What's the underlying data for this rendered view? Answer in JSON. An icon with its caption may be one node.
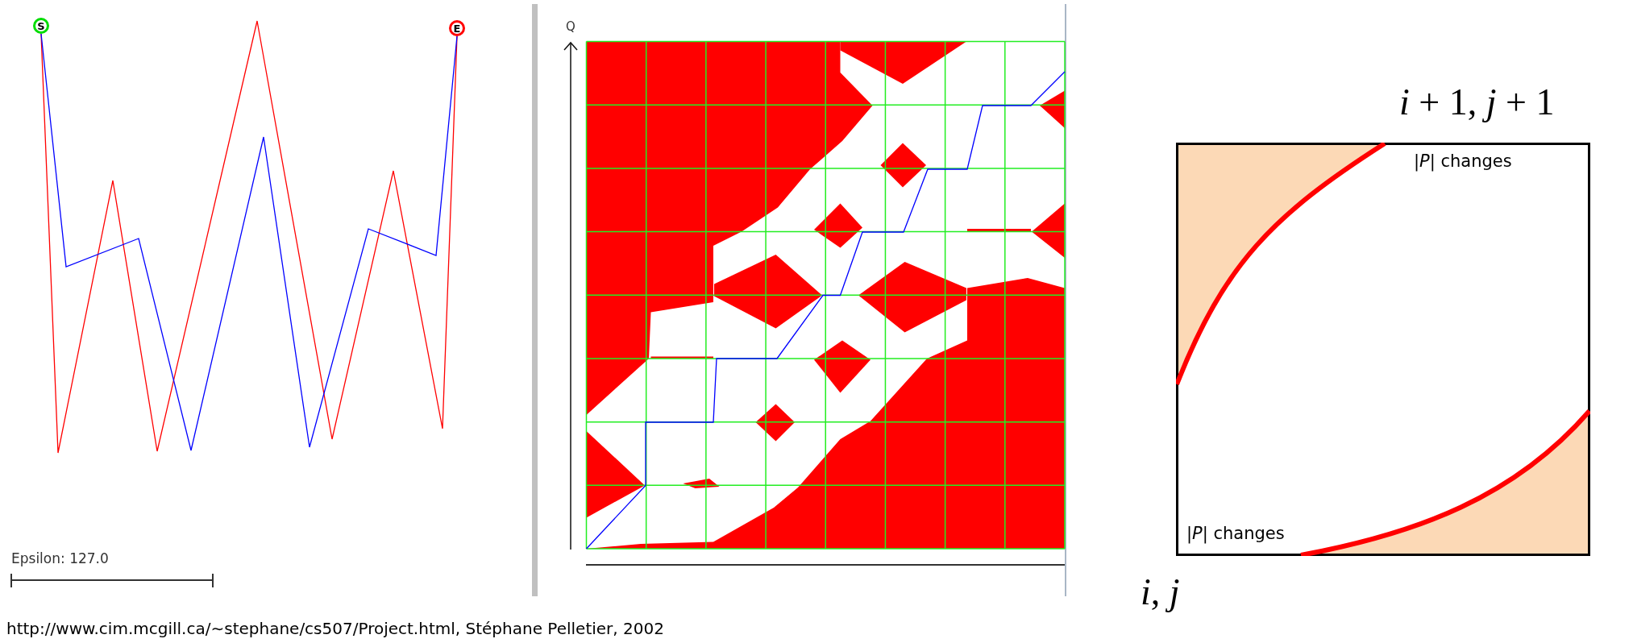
{
  "diagram": {
    "caption": "http://www.cim.mcgill.ca/∼stephane/cs507/Project.html, Stéphane Pelletier, 2002",
    "nodes": [
      {
        "text": [
          "S"
        ]
      },
      {
        "text": [
          "E"
        ]
      },
      {
        "text": [
          "|*P*| changes",
          "|*P*| changes"
        ]
      }
    ],
    "edges": [
      {
        "from": 0,
        "to": 1,
        "arrow": "none",
        "color": "#ff0000"
      },
      {
        "from": 0,
        "to": 1,
        "arrow": "none",
        "color": "#0000ff"
      }
    ],
    "labels": [
      "Epsilon: 127.0",
      "Q",
      "*i* + 1, *j* + 1",
      "*i*, *j*"
    ]
  }
}
